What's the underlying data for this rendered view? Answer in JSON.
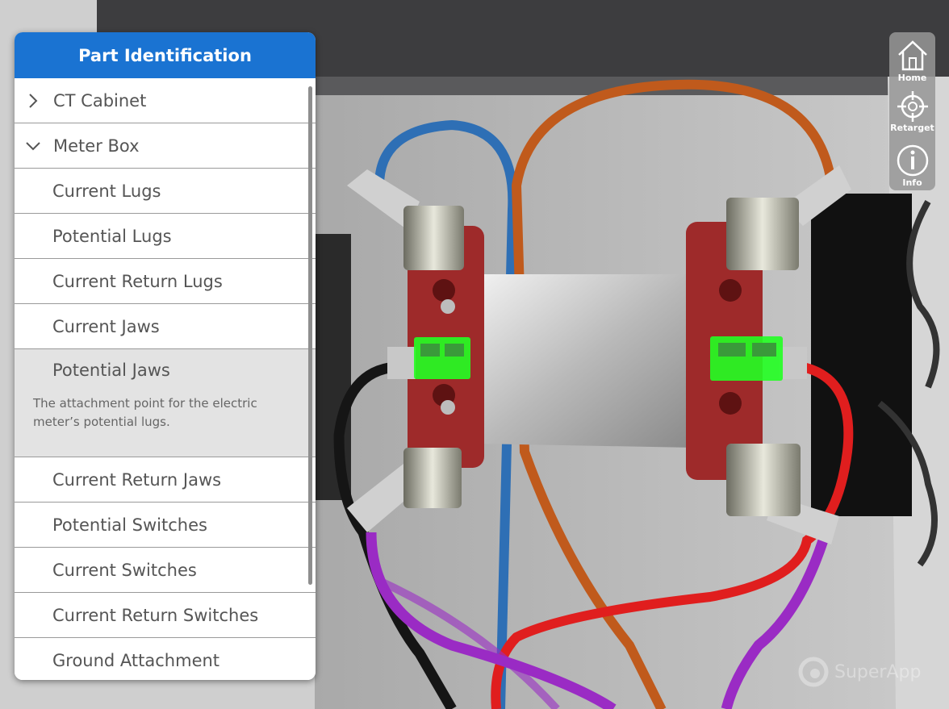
{
  "panel": {
    "title": "Part Identification",
    "items": [
      {
        "label": "CT Cabinet",
        "level": "top",
        "icon": "chevron-right-icon"
      },
      {
        "label": "Meter Box",
        "level": "top",
        "icon": "chevron-down-icon"
      },
      {
        "label": "Current Lugs",
        "level": "sub"
      },
      {
        "label": "Potential Lugs",
        "level": "sub"
      },
      {
        "label": "Current Return Lugs",
        "level": "sub"
      },
      {
        "label": "Current Jaws",
        "level": "sub"
      },
      {
        "label": "Potential Jaws",
        "level": "sub",
        "selected": true,
        "description": "The attachment point for the electric meter’s potential lugs."
      },
      {
        "label": "Current Return Jaws",
        "level": "sub"
      },
      {
        "label": "Potential Switches",
        "level": "sub"
      },
      {
        "label": "Current Switches",
        "level": "sub"
      },
      {
        "label": "Current Return Switches",
        "level": "sub"
      },
      {
        "label": "Ground Attachment",
        "level": "sub"
      }
    ]
  },
  "toolbar": {
    "home_label": "Home",
    "retarget_label": "Retarget",
    "info_label": "Info"
  },
  "watermark": {
    "text": "SuperApp"
  },
  "colors": {
    "header_blue": "#1a73d2",
    "highlight_green": "#22ff22",
    "block_red": "#9e2a2a",
    "wire_blue": "#2e6fb5",
    "wire_orange": "#c05a1c",
    "wire_red": "#e01e1e",
    "wire_purple": "#9a2bc4",
    "wire_black": "#151515"
  }
}
